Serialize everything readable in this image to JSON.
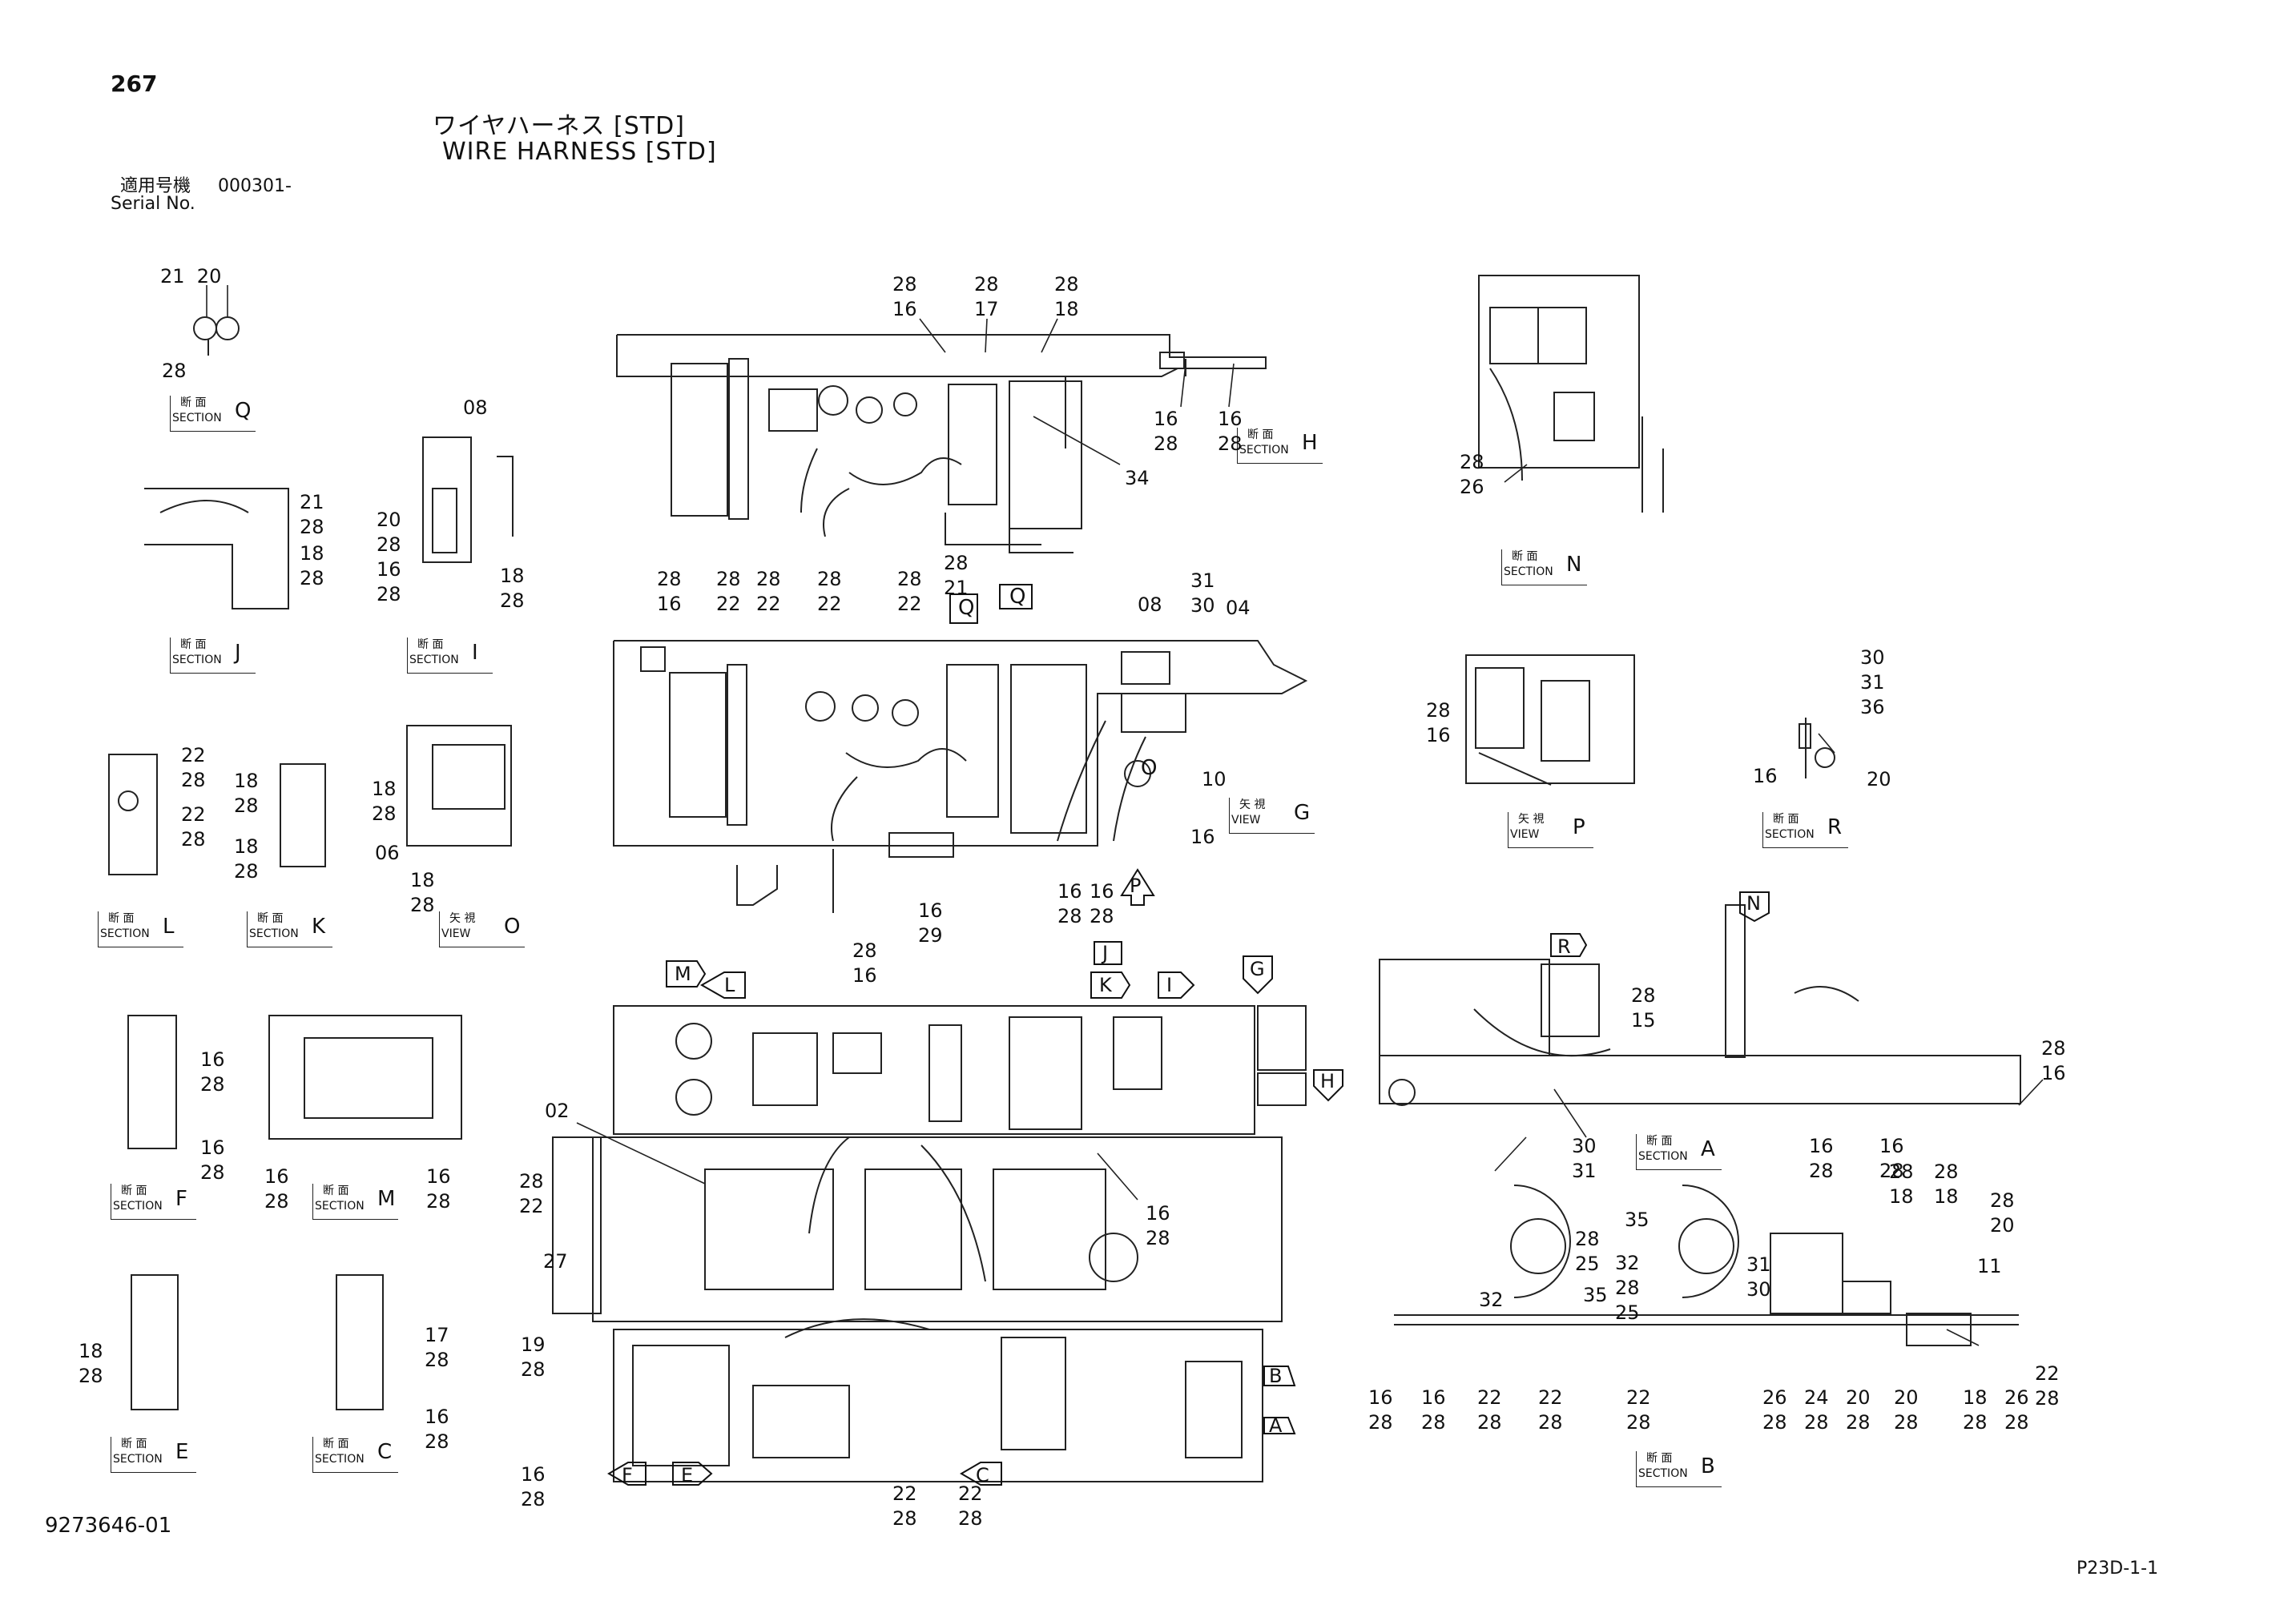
{
  "header": {
    "page_number": "267",
    "title_jp": "ワイヤハーネス [STD]",
    "title_en": "WIRE HARNESS [STD]",
    "serial_jp": "適用号機",
    "serial_value": "000301-",
    "serial_en": "Serial No."
  },
  "footer": {
    "part_number": "9273646-01",
    "page_ref": "P23D-1-1"
  },
  "tags": [
    {
      "id": "Q",
      "kind": "section",
      "jp": "断 面",
      "en": "SECTION"
    },
    {
      "id": "J",
      "kind": "section",
      "jp": "断 面",
      "en": "SECTION"
    },
    {
      "id": "I",
      "kind": "section",
      "jp": "断 面",
      "en": "SECTION"
    },
    {
      "id": "H",
      "kind": "section",
      "jp": "断 面",
      "en": "SECTION"
    },
    {
      "id": "N",
      "kind": "section",
      "jp": "断 面",
      "en": "SECTION"
    },
    {
      "id": "L",
      "kind": "section",
      "jp": "断 面",
      "en": "SECTION"
    },
    {
      "id": "K",
      "kind": "section",
      "jp": "断 面",
      "en": "SECTION"
    },
    {
      "id": "O",
      "kind": "view",
      "jp": "矢 視",
      "en": "VIEW"
    },
    {
      "id": "G",
      "kind": "view",
      "jp": "矢 視",
      "en": "VIEW"
    },
    {
      "id": "P",
      "kind": "view",
      "jp": "矢 視",
      "en": "VIEW"
    },
    {
      "id": "R",
      "kind": "section",
      "jp": "断 面",
      "en": "SECTION"
    },
    {
      "id": "F",
      "kind": "section",
      "jp": "断 面",
      "en": "SECTION"
    },
    {
      "id": "M",
      "kind": "section",
      "jp": "断 面",
      "en": "SECTION"
    },
    {
      "id": "A",
      "kind": "section",
      "jp": "断 面",
      "en": "SECTION"
    },
    {
      "id": "E",
      "kind": "section",
      "jp": "断 面",
      "en": "SECTION"
    },
    {
      "id": "C",
      "kind": "section",
      "jp": "断 面",
      "en": "SECTION"
    },
    {
      "id": "B",
      "kind": "section",
      "jp": "断 面",
      "en": "SECTION"
    }
  ],
  "callouts": [
    {
      "id": "c-q",
      "text": "21  20"
    },
    {
      "id": "c-q2",
      "text": "28"
    },
    {
      "id": "c-top1",
      "text": "28\n16"
    },
    {
      "id": "c-top2",
      "text": "28\n17"
    },
    {
      "id": "c-top3",
      "text": "28\n18"
    },
    {
      "id": "c-top4",
      "text": "16\n28"
    },
    {
      "id": "c-top5",
      "text": "16\n28"
    },
    {
      "id": "c-top6",
      "text": "34"
    },
    {
      "id": "c-n",
      "text": "28\n26"
    },
    {
      "id": "c-i1",
      "text": "08"
    },
    {
      "id": "c-i2",
      "text": "20\n28\n16\n28"
    },
    {
      "id": "c-i3",
      "text": "18\n28"
    },
    {
      "id": "c-j1",
      "text": "21\n28"
    },
    {
      "id": "c-j2",
      "text": "18\n28"
    },
    {
      "id": "c-mid1",
      "text": "28\n16"
    },
    {
      "id": "c-mid2",
      "text": "28\n22"
    },
    {
      "id": "c-mid3",
      "text": "28\n22"
    },
    {
      "id": "c-mid4",
      "text": "28\n22"
    },
    {
      "id": "c-mid5",
      "text": "28\n22"
    },
    {
      "id": "c-mid6",
      "text": "28\n21"
    },
    {
      "id": "c-mid7",
      "text": "08"
    },
    {
      "id": "c-mid8",
      "text": "31\n30"
    },
    {
      "id": "c-mid9",
      "text": "04"
    },
    {
      "id": "c-mid10",
      "text": "10"
    },
    {
      "id": "c-mid11",
      "text": "16"
    },
    {
      "id": "c-mid12",
      "text": "16\n28"
    },
    {
      "id": "c-mid13",
      "text": "16\n28"
    },
    {
      "id": "c-mid14",
      "text": "16\n29"
    },
    {
      "id": "c-p",
      "text": "28\n16"
    },
    {
      "id": "c-r1",
      "text": "30\n31\n36"
    },
    {
      "id": "c-r2",
      "text": "16"
    },
    {
      "id": "c-r3",
      "text": "20"
    },
    {
      "id": "c-l1",
      "text": "22\n28"
    },
    {
      "id": "c-l2",
      "text": "22\n28"
    },
    {
      "id": "c-k1",
      "text": "18\n28"
    },
    {
      "id": "c-k2",
      "text": "18\n28"
    },
    {
      "id": "c-o1",
      "text": "18\n28"
    },
    {
      "id": "c-o2",
      "text": "06"
    },
    {
      "id": "c-o3",
      "text": "18\n28"
    },
    {
      "id": "c-b1",
      "text": "28\n16"
    },
    {
      "id": "c-b2",
      "text": "16\n28"
    },
    {
      "id": "c-b3",
      "text": "02"
    },
    {
      "id": "c-b4",
      "text": "28\n22"
    },
    {
      "id": "c-b5",
      "text": "27"
    },
    {
      "id": "c-b6",
      "text": "19\n28"
    },
    {
      "id": "c-b7",
      "text": "16\n28"
    },
    {
      "id": "c-b8",
      "text": "22\n28"
    },
    {
      "id": "c-b9",
      "text": "22\n28"
    },
    {
      "id": "c-f1",
      "text": "16\n28"
    },
    {
      "id": "c-f2",
      "text": "16\n28"
    },
    {
      "id": "c-m1",
      "text": "16\n28"
    },
    {
      "id": "c-m2",
      "text": "16\n28"
    },
    {
      "id": "c-e1",
      "text": "18\n28"
    },
    {
      "id": "c-c1",
      "text": "17\n28"
    },
    {
      "id": "c-c2",
      "text": "16\n28"
    },
    {
      "id": "c-a1",
      "text": "28\n15"
    },
    {
      "id": "c-a2",
      "text": "30\n31"
    },
    {
      "id": "c-a3",
      "text": "16\n28"
    },
    {
      "id": "c-a4",
      "text": "16\n28"
    },
    {
      "id": "c-a5",
      "text": "28\n18"
    },
    {
      "id": "c-a6",
      "text": "28\n18"
    },
    {
      "id": "c-a7",
      "text": "28\n16"
    },
    {
      "id": "c-sb1",
      "text": "35"
    },
    {
      "id": "c-sb2",
      "text": "28\n25"
    },
    {
      "id": "c-sb3",
      "text": "32\n28\n25"
    },
    {
      "id": "c-sb4",
      "text": "32"
    },
    {
      "id": "c-sb5",
      "text": "35"
    },
    {
      "id": "c-sb6",
      "text": "31\n30"
    },
    {
      "id": "c-sb7",
      "text": "28\n20"
    },
    {
      "id": "c-sb8",
      "text": "11"
    },
    {
      "id": "c-sb9",
      "text": "22\n28"
    },
    {
      "id": "c-sb10",
      "text": "16\n28"
    },
    {
      "id": "c-sb11",
      "text": "16\n28"
    },
    {
      "id": "c-sb12",
      "text": "22\n28"
    },
    {
      "id": "c-sb13",
      "text": "22\n28"
    },
    {
      "id": "c-sb14",
      "text": "22\n28"
    },
    {
      "id": "c-sb15",
      "text": "26\n28"
    },
    {
      "id": "c-sb16",
      "text": "24\n28"
    },
    {
      "id": "c-sb17",
      "text": "20\n28"
    },
    {
      "id": "c-sb18",
      "text": "20\n28"
    },
    {
      "id": "c-sb19",
      "text": "18\n28"
    },
    {
      "id": "c-sb20",
      "text": "26\n28"
    }
  ],
  "view_markers": [
    {
      "id": "Q"
    },
    {
      "id": "Q"
    },
    {
      "id": "O"
    },
    {
      "id": "P"
    },
    {
      "id": "M"
    },
    {
      "id": "L"
    },
    {
      "id": "J"
    },
    {
      "id": "K"
    },
    {
      "id": "I"
    },
    {
      "id": "G"
    },
    {
      "id": "H"
    },
    {
      "id": "R"
    },
    {
      "id": "N"
    },
    {
      "id": "B"
    },
    {
      "id": "A"
    },
    {
      "id": "F"
    },
    {
      "id": "E"
    },
    {
      "id": "C"
    }
  ]
}
